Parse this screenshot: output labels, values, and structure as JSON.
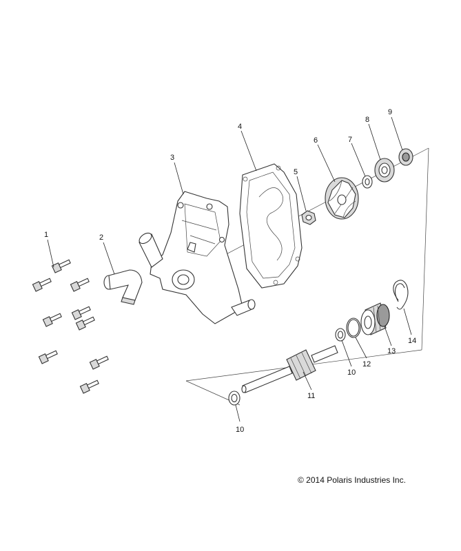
{
  "diagram": {
    "callouts": [
      {
        "id": "c1",
        "text": "1"
      },
      {
        "id": "c2",
        "text": "2"
      },
      {
        "id": "c3",
        "text": "3"
      },
      {
        "id": "c4",
        "text": "4"
      },
      {
        "id": "c5",
        "text": "5"
      },
      {
        "id": "c6",
        "text": "6"
      },
      {
        "id": "c7",
        "text": "7"
      },
      {
        "id": "c8",
        "text": "8"
      },
      {
        "id": "c9",
        "text": "9"
      },
      {
        "id": "c10a",
        "text": "10"
      },
      {
        "id": "c10b",
        "text": "10"
      },
      {
        "id": "c11",
        "text": "11"
      },
      {
        "id": "c12",
        "text": "12"
      },
      {
        "id": "c13",
        "text": "13"
      },
      {
        "id": "c14",
        "text": "14"
      }
    ]
  },
  "footer": {
    "copyright": "© 2014 Polaris Industries Inc."
  }
}
